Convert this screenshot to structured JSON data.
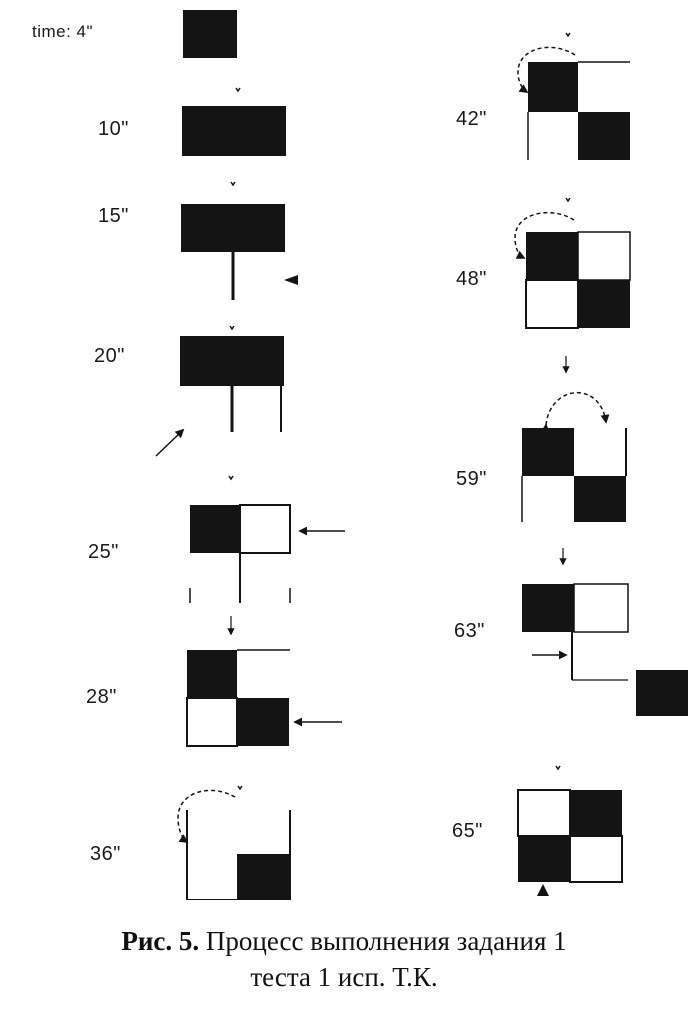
{
  "frames": [
    {
      "id": "f4",
      "time": "time: 4\""
    },
    {
      "id": "f10",
      "time": "10\""
    },
    {
      "id": "f15",
      "time": "15\""
    },
    {
      "id": "f20",
      "time": "20\""
    },
    {
      "id": "f25",
      "time": "25\""
    },
    {
      "id": "f28",
      "time": "28\""
    },
    {
      "id": "f36",
      "time": "36\""
    },
    {
      "id": "f42",
      "time": "42\""
    },
    {
      "id": "f48",
      "time": "48\""
    },
    {
      "id": "f59",
      "time": "59\""
    },
    {
      "id": "f63",
      "time": "63\""
    },
    {
      "id": "f65",
      "time": "65\""
    }
  ],
  "caption": {
    "fig_label": "Рис. 5.",
    "line1": "Процесс выполнения задания 1",
    "line2": "теста 1 исп. Т.К."
  },
  "colors": {
    "ink": "#141414",
    "paper": "#ffffff"
  }
}
